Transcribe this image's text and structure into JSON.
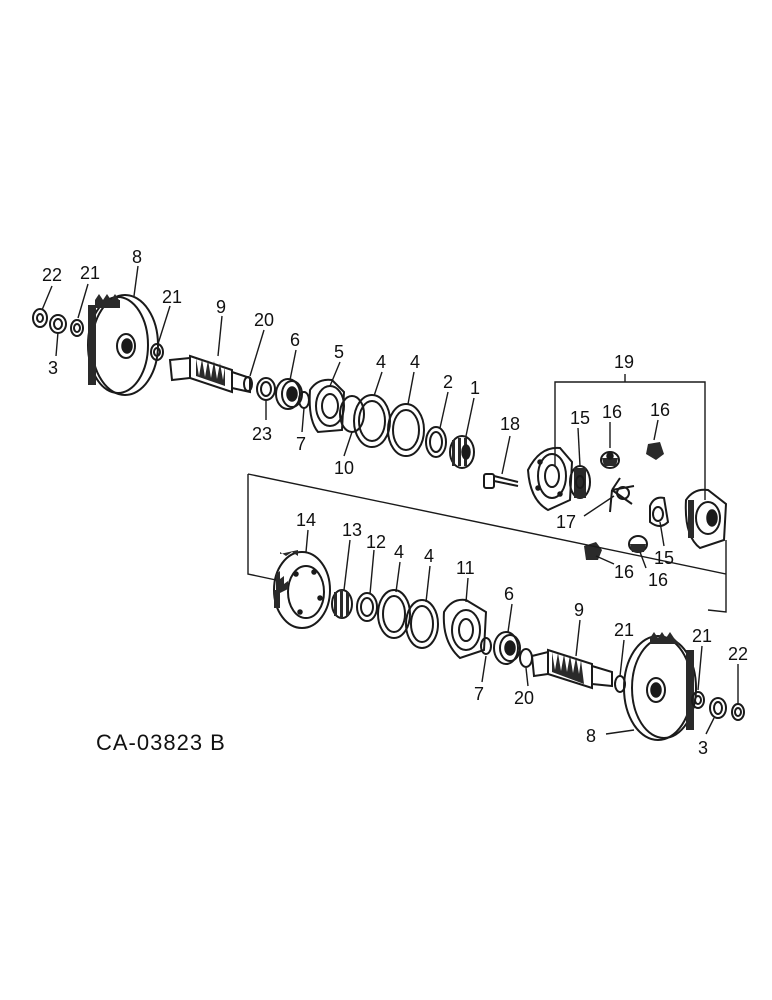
{
  "drawing_code": "CA-03823 B",
  "callouts": {
    "c22a": "22",
    "c21a": "21",
    "c8a": "8",
    "c21b": "21",
    "c3a": "3",
    "c9a": "9",
    "c20a": "20",
    "c6a": "6",
    "c5": "5",
    "c4a": "4",
    "c4b": "4",
    "c2": "2",
    "c1": "1",
    "c23": "23",
    "c7a": "7",
    "c10": "10",
    "c18": "18",
    "c19": "19",
    "c15a": "15",
    "c16a": "16",
    "c16b": "16",
    "c17": "17",
    "c15b": "15",
    "c16c": "16",
    "c16d": "16",
    "c14": "14",
    "c13": "13",
    "c12": "12",
    "c4c": "4",
    "c4d": "4",
    "c11": "11",
    "c6b": "6",
    "c9b": "9",
    "c21c": "21",
    "c21d": "21",
    "c22b": "22",
    "c7b": "7",
    "c20b": "20",
    "c8b": "8",
    "c3b": "3"
  }
}
